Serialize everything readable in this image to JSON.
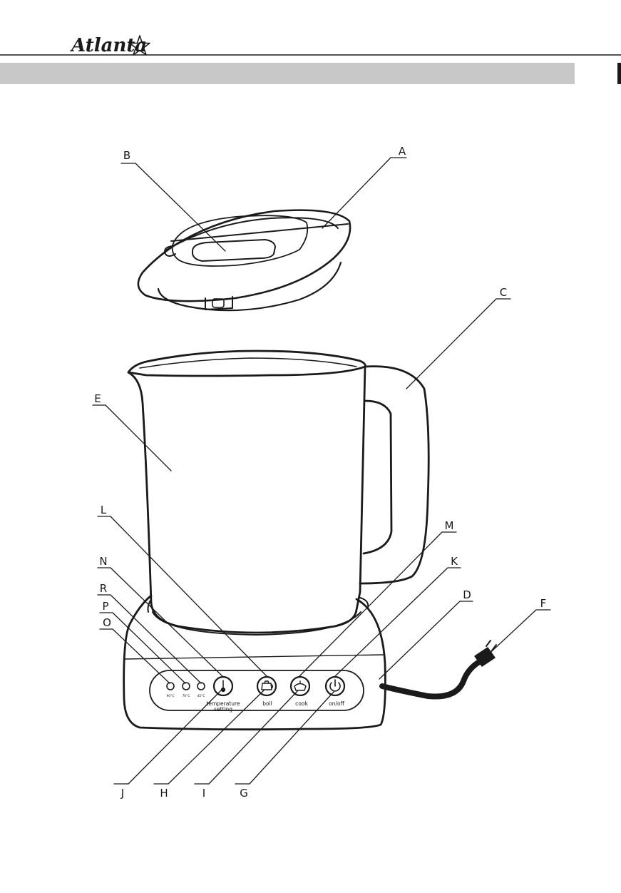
{
  "header": {
    "brand": "Atlanta"
  },
  "colors": {
    "ink": "#1a1a1a",
    "header_bar": "#c8c8c8"
  },
  "labels": {
    "A": "A",
    "B": "B",
    "C": "C",
    "D": "D",
    "E": "E",
    "F": "F",
    "G": "G",
    "H": "H",
    "I": "I",
    "J": "J",
    "K": "K",
    "L": "L",
    "M": "M",
    "N": "N",
    "O": "O",
    "P": "P",
    "R": "R"
  },
  "panel": {
    "indicator_1": "90°C",
    "indicator_2": "70°C",
    "indicator_3": "45°C",
    "temperature_line1": "temperature",
    "temperature_line2": "setting",
    "boil": "boil",
    "cook": "cook",
    "onoff": "on/off"
  },
  "icons": {
    "brand_star": "star-outline-icon",
    "temperature": "thermometer-icon",
    "boil": "kettle-icon",
    "cook": "pot-icon",
    "onoff": "power-icon"
  }
}
